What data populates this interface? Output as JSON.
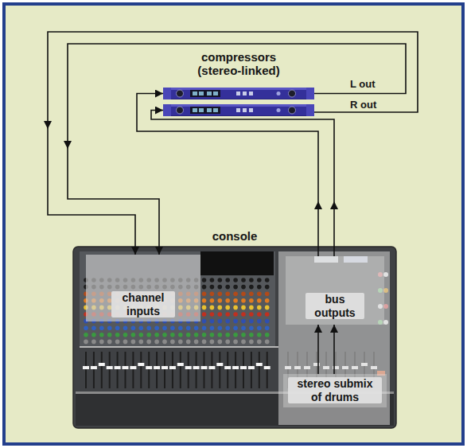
{
  "diagram": {
    "nodes": [
      {
        "text": [
          "compressors (stereo-linked)",
          "L out"
        ]
      },
      {
        "text": [
          "R out"
        ]
      },
      {
        "text": [
          "console"
        ]
      },
      {
        "text": [
          "channel inputs"
        ],
        "in": 2
      },
      {
        "text": [
          "bus outputs"
        ],
        "in": 2
      },
      {
        "text": [
          "stereo submix of drums"
        ],
        "in": 2
      }
    ],
    "edges": [
      {
        "from": 4,
        "to": 0,
        "arrow": "to"
      },
      {
        "from": 4,
        "to": 1,
        "arrow": "to"
      },
      {
        "from": 0,
        "to": 3,
        "arrow": "to"
      },
      {
        "from": 1,
        "to": 3,
        "arrow": "to"
      },
      {
        "from": 5,
        "to": 4,
        "arrow": "to"
      },
      {
        "from": 5,
        "to": 4,
        "arrow": "to"
      }
    ]
  }
}
